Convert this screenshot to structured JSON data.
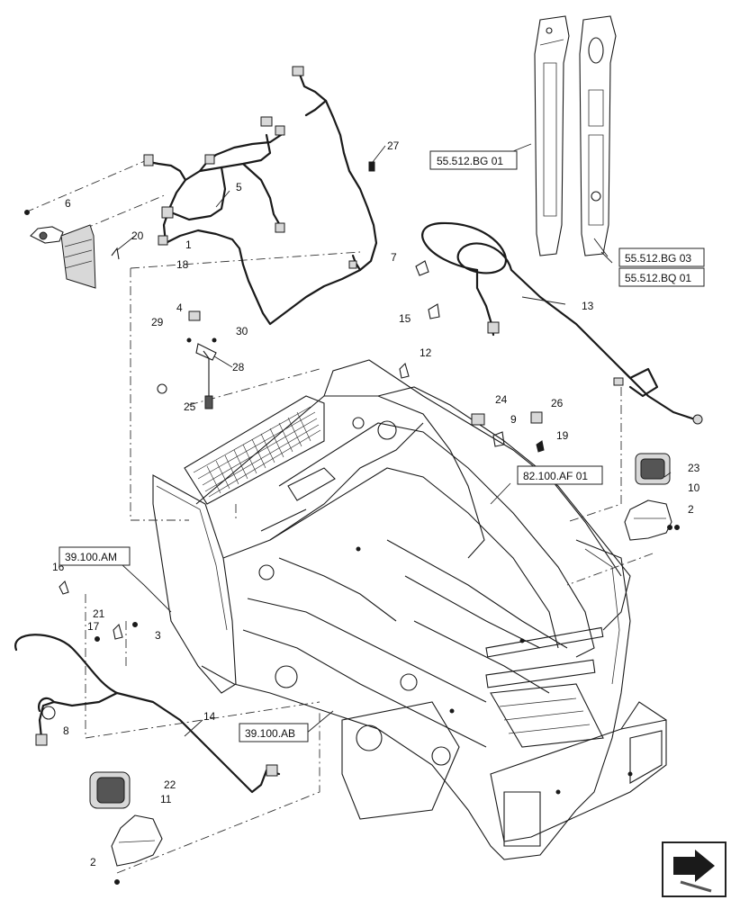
{
  "diagram": {
    "callouts": [
      "1",
      "2",
      "3",
      "4",
      "5",
      "6",
      "7",
      "8",
      "9",
      "10",
      "11",
      "12",
      "13",
      "14",
      "15",
      "16",
      "17",
      "18",
      "19",
      "20",
      "21",
      "22",
      "23",
      "24",
      "25",
      "26",
      "27",
      "28",
      "29",
      "30",
      "2"
    ],
    "references": [
      "55.512.BG 01",
      "55.512.BG 03",
      "55.512.BQ 01",
      "82.100.AF 01",
      "39.100.AM",
      "39.100.AB"
    ],
    "nav_icon": "next-page-arrow-icon"
  }
}
